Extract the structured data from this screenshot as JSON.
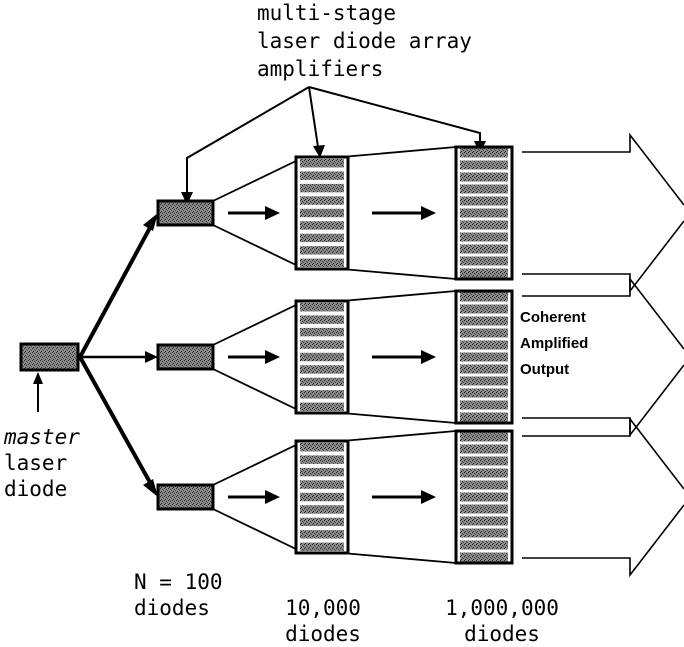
{
  "labels": {
    "amplifiers_line1": "multi-stage",
    "amplifiers_line2": "laser diode array",
    "amplifiers_line3": "amplifiers",
    "master_line1": "master",
    "master_line2": "laser",
    "master_line3": "diode",
    "output_line1": "Coherent",
    "output_line2": "Amplified",
    "output_line3": "Output",
    "stage1_line1": "N = 100",
    "stage1_line2": "diodes",
    "stage2_line1": "10,000",
    "stage2_line2": "diodes",
    "stage3_line1": "1,000,000",
    "stage3_line2": "diodes"
  },
  "branches": 3,
  "stage_arrays": {
    "second_stage_diode_rows": 9,
    "third_stage_diode_rows": 11
  },
  "colors": {
    "line": "#000000",
    "fill_dark": "#3a3a3a",
    "fill_mid": "#9a9a9a",
    "background": "#ffffff"
  }
}
